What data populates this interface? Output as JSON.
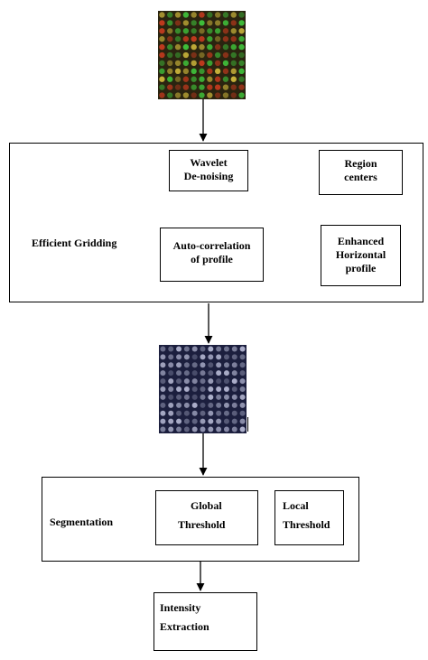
{
  "gridding": {
    "section_label": "Efficient Gridding",
    "wavelet": [
      "Wavelet",
      "De-noising"
    ],
    "region": [
      "Region",
      "centers"
    ],
    "autocorr": [
      "Auto-correlation",
      "of profile"
    ],
    "enhanced": [
      "Enhanced",
      "Horizontal",
      "profile"
    ]
  },
  "segmentation": {
    "section_label": "Segmentation",
    "global": [
      "Global",
      "Threshold"
    ],
    "local": [
      "Local",
      "Threshold"
    ]
  },
  "extraction": {
    "intensity": [
      "Intensity",
      "Extraction"
    ]
  },
  "colors": {
    "input_array_bg": "#2a2410",
    "input_spot_green": "#3fbf3a",
    "input_spot_red": "#c23a1e",
    "input_spot_yellow": "#c8b23a",
    "gridded_array_bg": "#1c1f3e",
    "gridded_spot": "#c9cce6"
  }
}
